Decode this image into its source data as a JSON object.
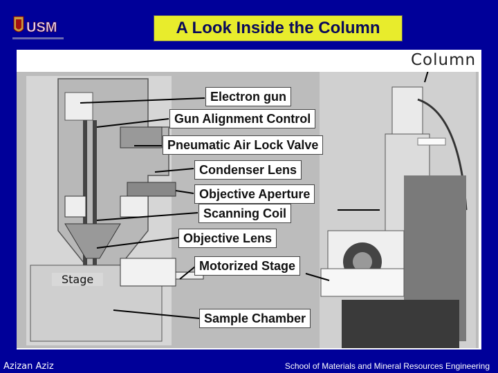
{
  "slide": {
    "title": "A Look Inside the Column",
    "column_label": "Column",
    "stage_label": "Stage",
    "callouts": [
      "Electron gun",
      "Gun Alignment Control",
      "Pneumatic Air Lock Valve",
      "Condenser Lens",
      "Objective Aperture",
      "Scanning Coil",
      "Objective Lens",
      "Motorized Stage",
      "Sample Chamber"
    ]
  },
  "footer": {
    "author": "Azizan Aziz",
    "school": "School of Materials and Mineral Resources Engineering"
  }
}
